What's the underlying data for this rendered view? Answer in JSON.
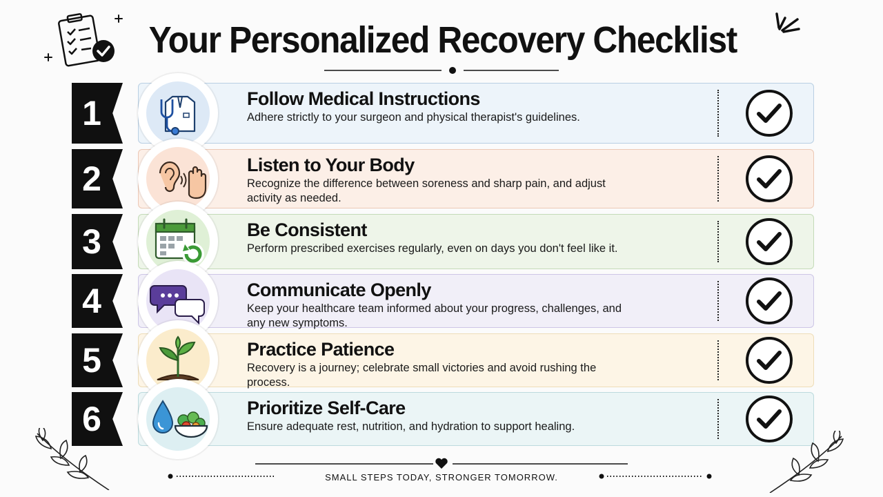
{
  "header": {
    "title": "Your Personalized Recovery Checklist"
  },
  "items": [
    {
      "number": "1",
      "title": "Follow Medical Instructions",
      "description": "Adhere strictly to your surgeon and physical therapist's guidelines.",
      "icon": "stethoscope-coat-icon",
      "card_bg": "#edf4fa",
      "card_border": "#b9cfe3"
    },
    {
      "number": "2",
      "title": "Listen to Your Body",
      "description": "Recognize the difference between soreness and sharp pain, and adjust activity as needed.",
      "icon": "ear-hand-icon",
      "card_bg": "#fcefe7",
      "card_border": "#ecc8b5"
    },
    {
      "number": "3",
      "title": "Be Consistent",
      "description": "Perform prescribed exercises regularly, even on days you don't feel like it.",
      "icon": "calendar-repeat-icon",
      "card_bg": "#eef5e9",
      "card_border": "#c4dbb8"
    },
    {
      "number": "4",
      "title": "Communicate Openly",
      "description": "Keep your healthcare team informed about your progress, challenges, and any new symptoms.",
      "icon": "chat-bubbles-icon",
      "card_bg": "#f1eff8",
      "card_border": "#cdc6e6"
    },
    {
      "number": "5",
      "title": "Practice Patience",
      "description": "Recovery is a journey; celebrate small victories and avoid rushing the process.",
      "icon": "sprout-icon",
      "card_bg": "#fdf5e6",
      "card_border": "#eeddb8"
    },
    {
      "number": "6",
      "title": "Prioritize Self-Care",
      "description": "Ensure adequate rest, nutrition, and hydration to support healing.",
      "icon": "water-salad-icon",
      "card_bg": "#ebf5f6",
      "card_border": "#bcdadd"
    }
  ],
  "footer": {
    "tagline": "SMALL STEPS TODAY, STRONGER TOMORROW."
  }
}
